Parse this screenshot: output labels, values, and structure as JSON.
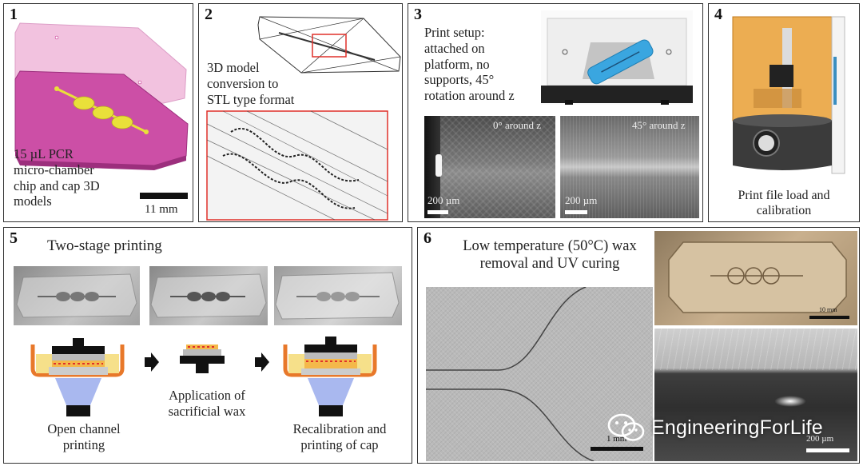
{
  "panels": {
    "p1": {
      "number": "1",
      "caption": [
        "15 µL PCR",
        "micro-chamber",
        "chip and cap 3D",
        "models"
      ],
      "scale_label": "11 mm"
    },
    "p2": {
      "number": "2",
      "caption": [
        "3D model",
        "conversion to",
        "STL type format"
      ]
    },
    "p3": {
      "number": "3",
      "caption": [
        "Print setup:",
        "attached on",
        "platform, no",
        "supports, 45°",
        "rotation around z"
      ],
      "micro_left_label": "0° around z",
      "micro_left_scale": "200 µm",
      "micro_right_label": "45° around z",
      "micro_right_scale": "200 µm"
    },
    "p4": {
      "number": "4",
      "caption": [
        "Print file load and",
        "calibration"
      ]
    },
    "p5": {
      "number": "5",
      "title": "Two-stage printing",
      "step1": [
        "Open channel",
        "printing"
      ],
      "step2": [
        "Application of",
        "sacrificial wax"
      ],
      "step3": [
        "Recalibration and",
        "printing of cap"
      ]
    },
    "p6": {
      "number": "6",
      "title": [
        "Low temperature (50°C) wax",
        "removal and UV curing"
      ],
      "micro_scale": "1 mm",
      "chip_scale": "10 mm",
      "side_scale": "200 µm"
    }
  },
  "watermark": {
    "text": "EngineeringForLife",
    "icon": "wechat-icon"
  },
  "colors": {
    "chip_magenta": "#cc4fa6",
    "cap_pink": "#f0b8da",
    "channel_yellow": "#e9e03a",
    "printer_orange": "#e9a23a",
    "platform_blue": "#3aa6e0",
    "vat_orange": "#e8782a",
    "resin_yellow": "#f6e08a",
    "wax_red": "#e0302a",
    "uv_blue": "#a9b8ef"
  }
}
